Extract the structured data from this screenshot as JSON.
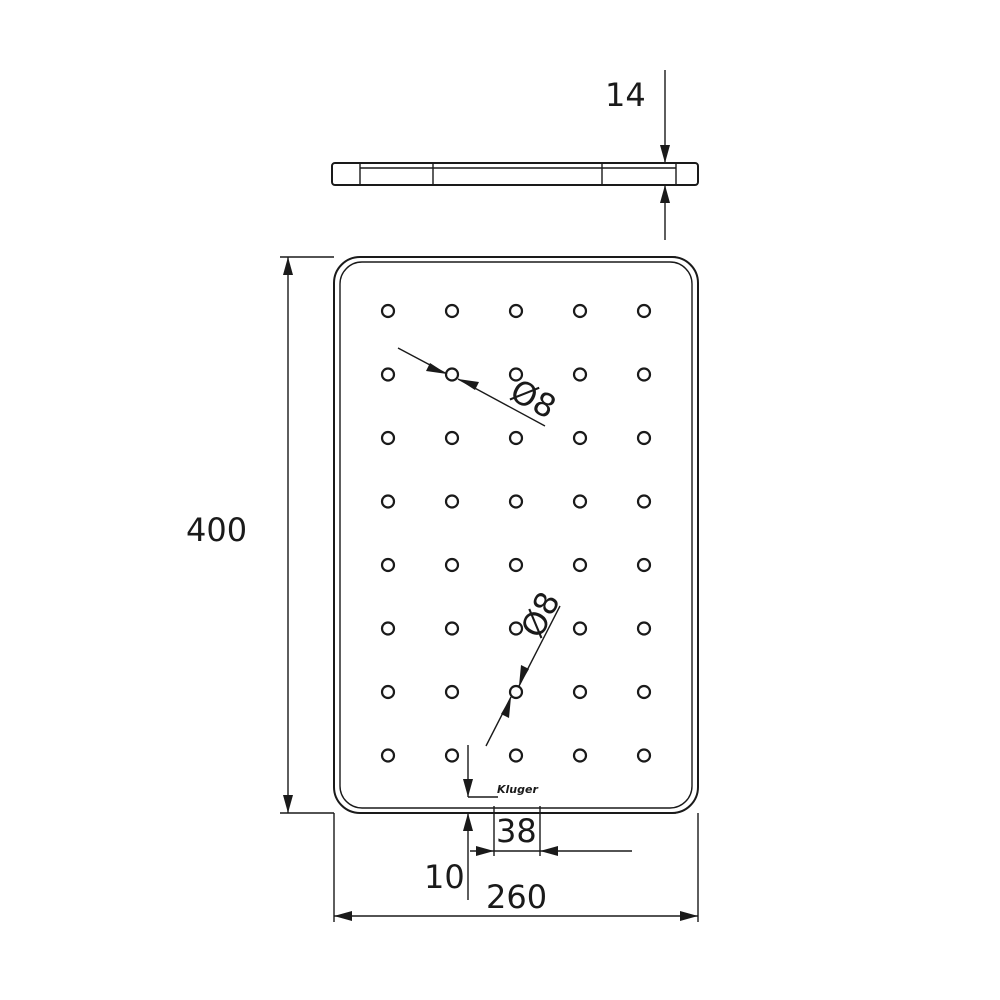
{
  "dimensions": {
    "thickness": "14",
    "height": "400",
    "width": "260",
    "hole_diameter_top": "Ø8",
    "hole_diameter_bottom": "Ø8",
    "edge_offset": "10",
    "hole_spacing": "38"
  },
  "brand": "Kluger",
  "hole_grid": {
    "columns": 5,
    "rows": 8
  }
}
